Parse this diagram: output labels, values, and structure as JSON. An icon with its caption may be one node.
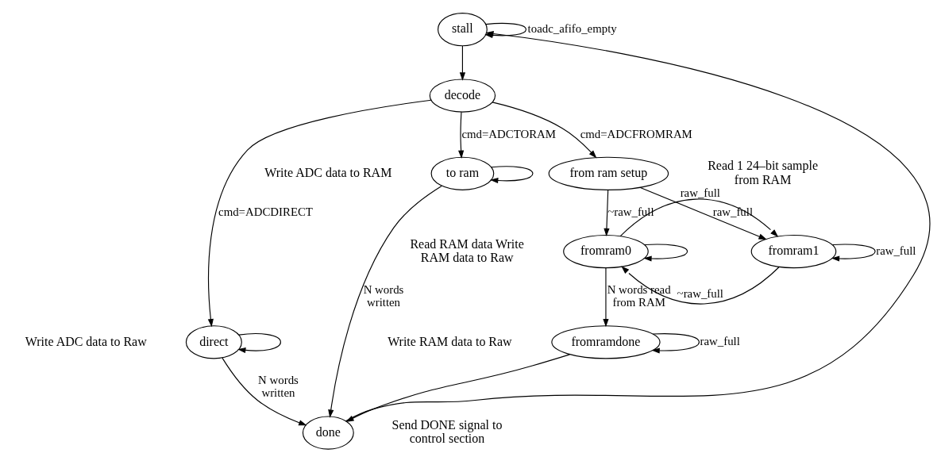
{
  "diagram": {
    "nodes": [
      {
        "text": [
          "stall"
        ]
      },
      {
        "text": [
          "decode"
        ]
      },
      {
        "text": [
          "direct"
        ],
        "beside": [
          "Write ADC data to Raw"
        ]
      },
      {
        "text": [
          "to ram"
        ],
        "beside": [
          "Write ADC data to RAM"
        ]
      },
      {
        "text": [
          "from ram setup"
        ],
        "beside": [
          "Read 1 24–bit sample from RAM"
        ]
      },
      {
        "text": [
          "fromram0"
        ],
        "beside": [
          "Read RAM data Write RAM data to Raw"
        ]
      },
      {
        "text": [
          "fromram1"
        ]
      },
      {
        "text": [
          "fromramdone"
        ],
        "beside": [
          "Write RAM data to Raw"
        ]
      },
      {
        "text": [
          "done"
        ],
        "beside": [
          "Send DONE signal to control section"
        ]
      }
    ],
    "edges": [
      {
        "from": 0,
        "to": 0,
        "arrow": "to",
        "label": "toadc_afifo_empty"
      },
      {
        "from": 0,
        "to": 1,
        "arrow": "to"
      },
      {
        "from": 1,
        "to": 2,
        "arrow": "to",
        "label": "cmd=ADCDIRECT"
      },
      {
        "from": 1,
        "to": 3,
        "arrow": "to",
        "label": "cmd=ADCTORAM"
      },
      {
        "from": 1,
        "to": 4,
        "arrow": "to",
        "label": "cmd=ADCFROMRAM"
      },
      {
        "from": 2,
        "to": 2,
        "arrow": "to"
      },
      {
        "from": 3,
        "to": 3,
        "arrow": "to"
      },
      {
        "from": 2,
        "to": 8,
        "arrow": "to",
        "label": "N words written"
      },
      {
        "from": 3,
        "to": 8,
        "arrow": "to",
        "label": "N words written"
      },
      {
        "from": 4,
        "to": 5,
        "arrow": "to",
        "label": "~raw_full"
      },
      {
        "from": 4,
        "to": 6,
        "arrow": "to",
        "label": "raw_full"
      },
      {
        "from": 5,
        "to": 5,
        "arrow": "to"
      },
      {
        "from": 5,
        "to": 6,
        "arrow": "to",
        "label": "raw_full"
      },
      {
        "from": 6,
        "to": 5,
        "arrow": "to",
        "label": "~raw_full"
      },
      {
        "from": 6,
        "to": 6,
        "arrow": "to",
        "label": "raw_full"
      },
      {
        "from": 5,
        "to": 7,
        "arrow": "to",
        "label": "N words read from RAM"
      },
      {
        "from": 7,
        "to": 7,
        "arrow": "to",
        "label": "raw_full"
      },
      {
        "from": 7,
        "to": 8,
        "arrow": "to"
      },
      {
        "from": 8,
        "to": 0,
        "arrow": "to"
      }
    ]
  }
}
